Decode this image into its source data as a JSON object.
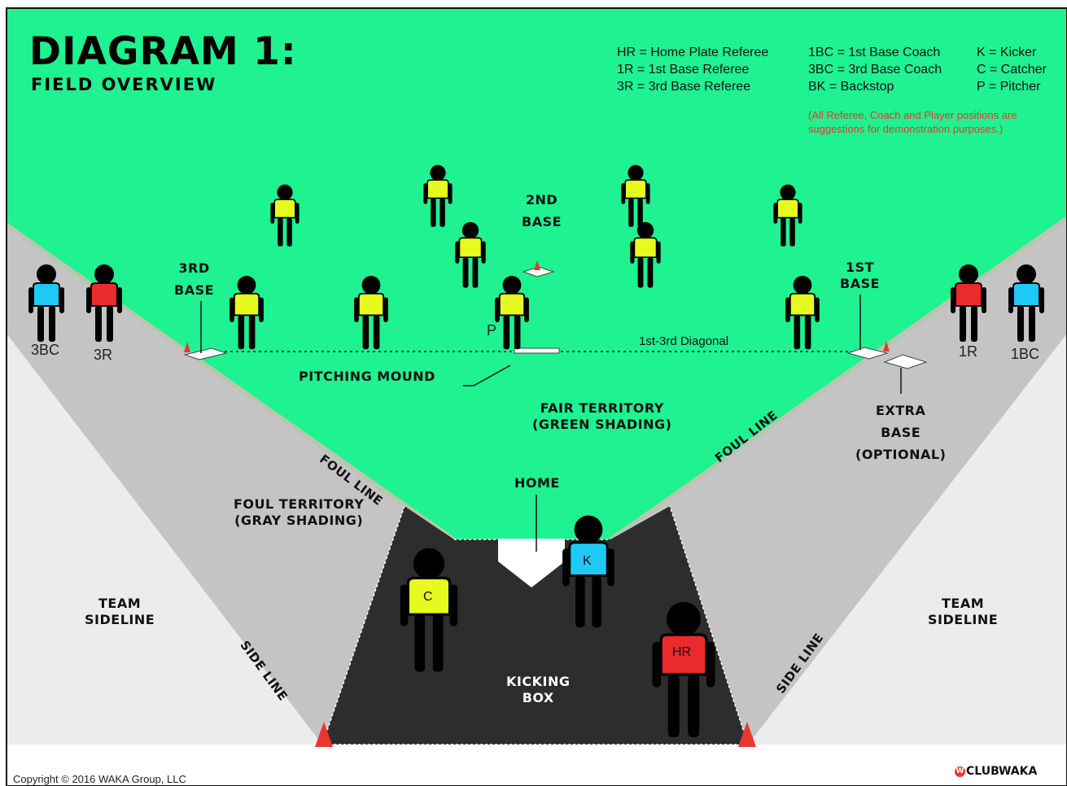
{
  "title": "DIAGRAM 1:",
  "subtitle": "FIELD OVERVIEW",
  "legend": [
    [
      "HR = Home Plate Referee",
      "1R = 1st Base Referee",
      "3R = 3rd Base Referee"
    ],
    [
      "1BC = 1st Base Coach",
      "3BC = 3rd Base Coach",
      "BK = Backstop"
    ],
    [
      "K = Kicker",
      "C = Catcher",
      "P = Pitcher"
    ]
  ],
  "note": "(All Referee, Coach and Player positions are suggestions for demonstration purposes.)",
  "labels": {
    "second_base": [
      "2ND",
      "BASE"
    ],
    "third_base": [
      "3RD",
      "BASE"
    ],
    "first_base": [
      "1ST",
      "BASE"
    ],
    "pitching_mound": "PITCHING MOUND",
    "fair_territory": [
      "FAIR TERRITORY",
      "(GREEN SHADING)"
    ],
    "extra_base": [
      "EXTRA",
      "BASE",
      "(OPTIONAL)"
    ],
    "foul_line": "FOUL LINE",
    "home": "HOME",
    "foul_territory": [
      "FOUL TERRITORY",
      "(GRAY SHADING)"
    ],
    "team_sideline": [
      "TEAM",
      "SIDELINE"
    ],
    "side_line": "SIDE LINE",
    "kicking_box": [
      "KICKING",
      "BOX"
    ],
    "diagonal": "1st-3rd Diagonal"
  },
  "positions": {
    "third_base_coach": "3BC",
    "third_base_referee": "3R",
    "first_base_referee": "1R",
    "first_base_coach": "1BC",
    "pitcher": "P",
    "kicker": "K",
    "catcher": "C",
    "home_referee": "HR"
  },
  "colors": {
    "fair": "#1ff291",
    "foul": "#c4c4c4",
    "sideline": "#ececec",
    "box": "#2d2d2d",
    "fielder": "#e6fa20",
    "coach": "#1ec9f6",
    "referee": "#ea2b2b",
    "cone": "#e8372f"
  },
  "copyright": "Copyright © 2016 WAKA Group, LLC",
  "brand": "CLUBWAKA"
}
